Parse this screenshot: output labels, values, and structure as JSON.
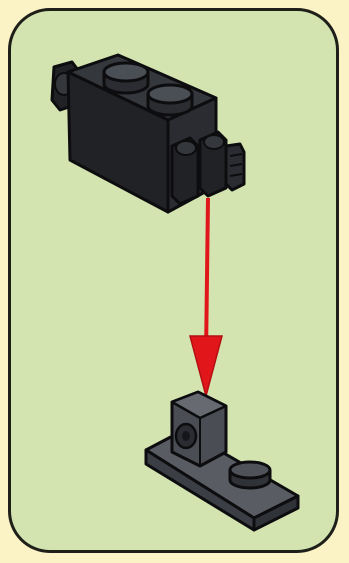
{
  "colors": {
    "page_background": "#fbf3c5",
    "panel_background": "#d3e4b0",
    "panel_border": "#1f1f1a",
    "part_dark": "#202226",
    "part_mid": "#34373c",
    "part_highlight": "#4a4e55",
    "part_outline": "#0d0d0f",
    "plate_gray": "#595c63",
    "arrow_red": "#e0161b"
  },
  "diagram": {
    "type": "assembly-instruction",
    "parts": [
      {
        "icon": "hinge-brick-1x2-locking-icon",
        "color": "black",
        "role": "moving-part"
      },
      {
        "icon": "hinge-plate-1x2-locking-icon",
        "color": "dark-gray",
        "role": "target-part"
      }
    ],
    "arrow": {
      "icon": "downward-arrow-icon",
      "color": "red",
      "meaning": "attach-down"
    }
  }
}
